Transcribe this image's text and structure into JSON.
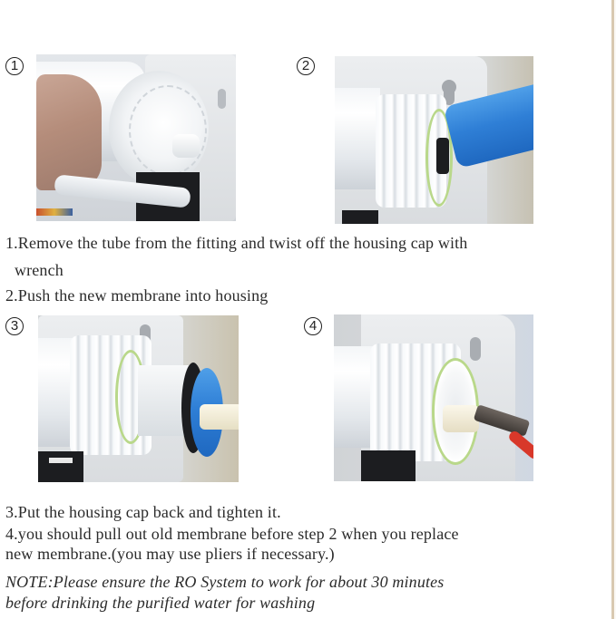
{
  "steps": [
    {
      "number": "1",
      "photo": {
        "alt": "Hand twisting off white filter housing cap next to mounting bracket",
        "icon": "numbered-circle-1"
      }
    },
    {
      "number": "2",
      "photo": {
        "alt": "Blue RO membrane being pushed into open threaded housing",
        "icon": "numbered-circle-2"
      }
    },
    {
      "number": "3",
      "photo": {
        "alt": "Membrane with black seal inserted in housing before cap is replaced",
        "icon": "numbered-circle-3"
      }
    },
    {
      "number": "4",
      "photo": {
        "alt": "Pliers pulling old membrane out of the open housing",
        "icon": "numbered-circle-4"
      }
    }
  ],
  "instructions": {
    "line1": "1.Remove the tube from the fitting and twist off the housing cap with",
    "line1_cont": "wrench",
    "line2": "2.Push the new membrane into housing",
    "line3": "3.Put the housing cap back and tighten it.",
    "line4": "4.you should pull out old membrane before step 2 when you replace",
    "line4_cont": "new membrane.(you may use pliers if necessary.)"
  },
  "note": {
    "line1": "NOTE:Please ensure the RO System to work for about 30 minutes",
    "line2": "before drinking the purified water for washing"
  },
  "colors": {
    "text": "#2b2b2b",
    "membrane_blue": "#2f7fd6",
    "seal_green": "#b9d88a",
    "edge_line": "#d9c9b1"
  }
}
